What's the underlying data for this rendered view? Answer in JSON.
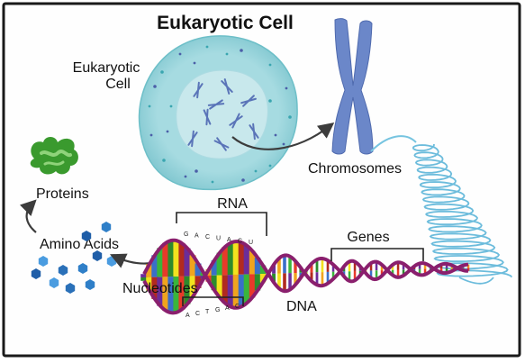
{
  "title": "Eukaryotic Cell",
  "labels": {
    "cell": [
      "Eukaryotic",
      "Cell"
    ],
    "chromosomes": "Chromosomes",
    "proteins": "Proteins",
    "amino_acids": "Amino Acids",
    "rna": "RNA",
    "genes": "Genes",
    "nucleotides": "Nucleotides",
    "dna": "DNA"
  },
  "base_letters": {
    "rna": [
      "G",
      "A",
      "C",
      "U",
      "A",
      "C",
      "U"
    ],
    "nucleotides": [
      "A",
      "C",
      "T",
      "G",
      "A",
      "C"
    ]
  },
  "colors": {
    "frame_border": "#1a1a1a",
    "cell_outer": "#8fd0d8",
    "cell_nucleus": "#c8e8ec",
    "chromosome": "#6b87c9",
    "coil": "#76c4e0",
    "protein": "#3a9a2e",
    "amino_acid": "#2f7fc8",
    "backbone": "#8a1f6d",
    "bases": [
      "#2d8a2d",
      "#f2e21f",
      "#b12a1f",
      "#6b2d99",
      "#f0a41e",
      "#3a6fc8",
      "#3ab53a",
      "#e83a2a"
    ]
  }
}
